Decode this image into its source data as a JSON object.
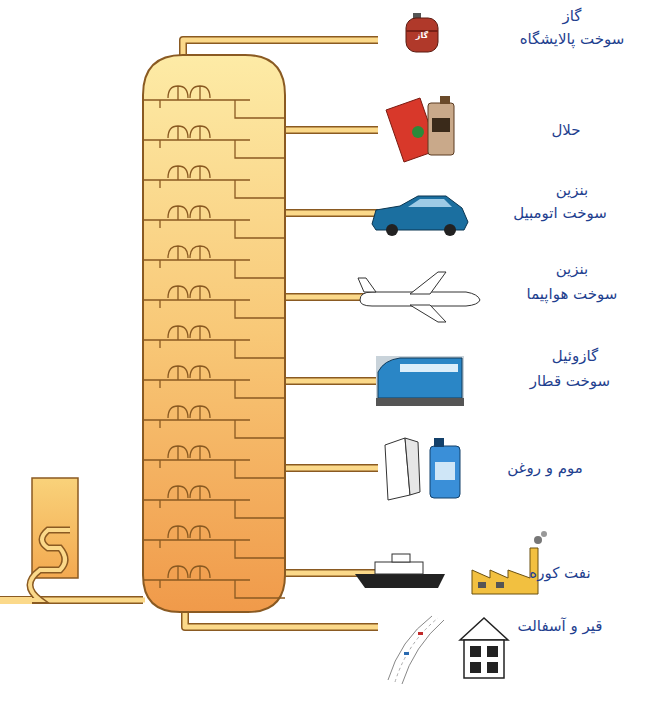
{
  "diagram": {
    "labels": [
      "گاز",
      "سوخت پالایشگاه",
      "گاز",
      "حلال",
      "بنزین",
      "سوخت اتومبیل",
      "بنزین",
      "سوخت هواپیما",
      "گازوئیل",
      "سوخت قطار",
      "موم و روغن",
      "نفت کوره",
      "قیر و آسفالت"
    ]
  }
}
